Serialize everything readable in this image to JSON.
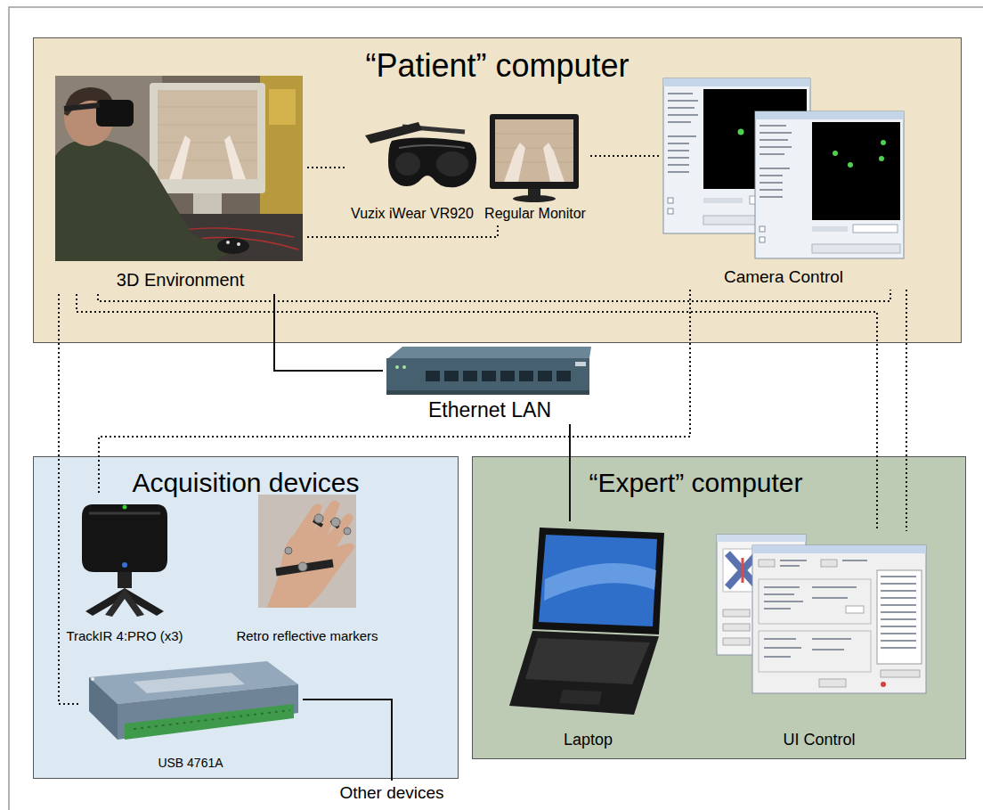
{
  "diagram": {
    "nodes": [
      {
        "text": [
          "“Patient” computer"
        ]
      },
      {
        "text": [
          "3D Environment"
        ],
        "in": 0
      },
      {
        "text": [
          "Vuzix iWear VR920"
        ],
        "in": 0
      },
      {
        "text": [
          "Regular Monitor"
        ],
        "in": 0
      },
      {
        "text": [
          "Camera Control"
        ],
        "in": 0
      },
      {
        "text": [
          "Ethernet LAN"
        ]
      },
      {
        "text": [
          "Acquisition devices"
        ]
      },
      {
        "text": [
          "TrackIR 4:PRO (x3)"
        ],
        "in": 6
      },
      {
        "text": [
          "Retro reflective markers"
        ],
        "in": 6
      },
      {
        "text": [
          "USB 4761A"
        ],
        "in": 6
      },
      {
        "text": [
          "“Expert” computer"
        ]
      },
      {
        "text": [
          "Laptop"
        ],
        "in": 10
      },
      {
        "text": [
          "UI Control"
        ],
        "in": 10
      }
    ],
    "edges": [
      {
        "from": 1,
        "to": 2,
        "arrow": "none"
      },
      {
        "from": 1,
        "to": 3,
        "arrow": "none"
      },
      {
        "from": 3,
        "to": 4,
        "arrow": "none"
      },
      {
        "from": 1,
        "to": 4,
        "arrow": "none"
      },
      {
        "from": 1,
        "to": 12,
        "arrow": "none"
      },
      {
        "from": 4,
        "to": 12,
        "arrow": "none"
      },
      {
        "from": 4,
        "to": 7,
        "arrow": "none"
      },
      {
        "from": 1,
        "to": 9,
        "arrow": "none"
      },
      {
        "from": 1,
        "to": 5,
        "arrow": "none"
      },
      {
        "from": 5,
        "to": 11,
        "arrow": "none"
      }
    ],
    "labels": [
      "Other devices"
    ]
  }
}
